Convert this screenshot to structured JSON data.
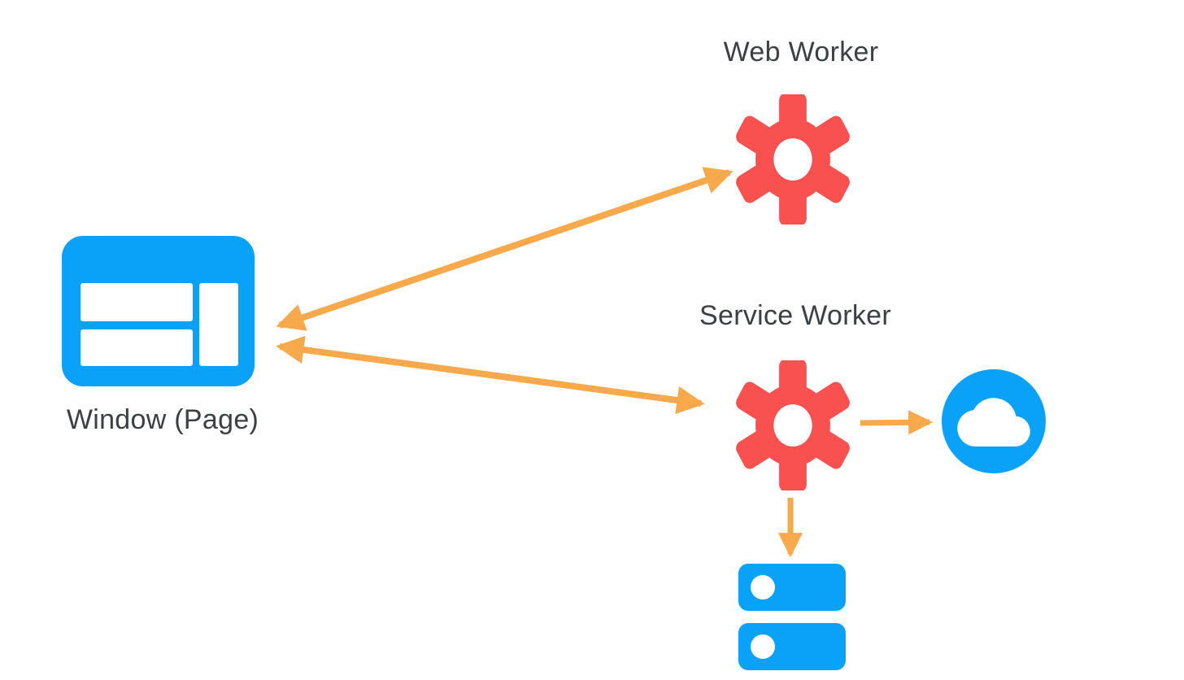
{
  "labels": {
    "web_worker": "Web Worker",
    "service_worker": "Service Worker",
    "window_page": "Window (Page)"
  },
  "colors": {
    "blue": "#0AA1F8",
    "red": "#F95050",
    "orange": "#F8A94C",
    "text": "#3C4043",
    "background": "#FFFFFF"
  },
  "icons": {
    "window_page": "browser-window-icon",
    "web_worker": "gear-icon",
    "service_worker": "gear-icon",
    "network": "cloud-icon",
    "storage": "database-icon"
  },
  "connections": [
    {
      "from": "window_page",
      "to": "web_worker",
      "style": "bidirectional-arrow"
    },
    {
      "from": "window_page",
      "to": "service_worker",
      "style": "bidirectional-arrow"
    },
    {
      "from": "service_worker",
      "to": "network",
      "style": "arrow"
    },
    {
      "from": "service_worker",
      "to": "storage",
      "style": "arrow"
    }
  ]
}
